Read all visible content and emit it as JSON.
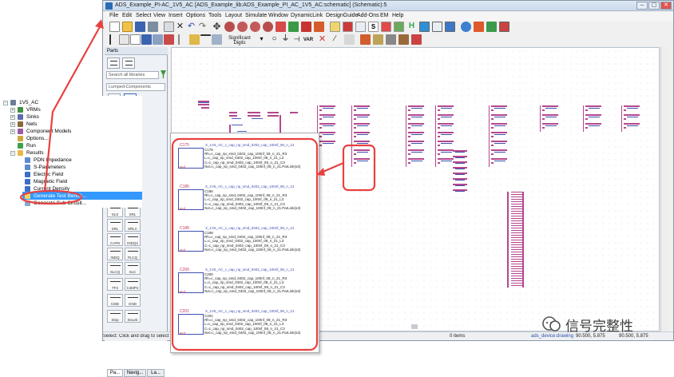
{
  "window": {
    "title": "ADS_Example_PI-AC_1V5_AC [ADS_Example_lib:ADS_Example_PI_AC_1V5_AC:schematic] (Schematic):5",
    "buttons": {
      "minimize": "–",
      "maximize": "▢",
      "close": "✕"
    }
  },
  "menu": [
    "File",
    "Edit",
    "Select",
    "View",
    "Insert",
    "Options",
    "Tools",
    "Layout",
    "Simulate",
    "Window",
    "DynamicLink",
    "DesignGuide",
    "Add-Ons",
    "EM",
    "Help"
  ],
  "toolbar": {
    "significant_digits": "Significant\nDigits",
    "var_label": "VAR"
  },
  "parts_panel": {
    "title": "Parts",
    "search_placeholder": "Search all libraries",
    "library": "Lumped-Components",
    "tabs": [
      "Pa...",
      "Navig...",
      "La..."
    ],
    "status": "Select: Click and drag to select",
    "tiles": [
      "SLS",
      "SRL",
      "SRL",
      "SRLC",
      "CAP8",
      "INDQ2",
      "INDQ",
      "PLCQ",
      "SLCQ",
      "SLC",
      "TF2",
      "C4MP2",
      "CMD",
      "GND",
      "Strip",
      "Stcurb"
    ]
  },
  "statusbar": {
    "items": "0 items",
    "layer": "ads_device:drawing",
    "coord1": "90.500, 5.875",
    "coord2": "90.500, 5.875"
  },
  "tree": {
    "root": "1V5_AC",
    "items": [
      "VRMs",
      "Sinks",
      "Nets",
      "Component Models",
      "Options...",
      "Run",
      "Results",
      "PDN Impedance",
      "S-Parameters",
      "Electric Field",
      "Magnetic Field",
      "Current Density",
      "Generate Test Bench...",
      "Generate Sub Circuit..."
    ],
    "selected": "Generate Test Bench..."
  },
  "zoom": {
    "components": [
      {
        "ref": "C175",
        "name": "X_1V5_AC_c_cap_np_smd_0402_cap_100nf_08_n_21",
        "lines": [
          "C175",
          "Rh=c_cap_np_smd_0402_cap_100nf_08_n_21_R3",
          "L=c_cap_np_smd_0402_cap_100nf_08_n_21_L3",
          "C=c_cap_np_smd_0402_cap_100nf_08_n_21_C3",
          "Nxt=c_cap_np_smd_0402_cap_100nf_08_n_21.ParLink(s3)"
        ]
      },
      {
        "ref": "C186",
        "name": "X_1V5_AC_c_cap_np_smd_0402_cap_100nf_08_n_21",
        "lines": [
          "C186",
          "Rh=c_cap_np_smd_0402_cap_100nf_08_n_21_R3",
          "L=c_cap_np_smd_0402_cap_100nf_08_n_21_L3",
          "C=c_cap_np_smd_0402_cap_100nf_08_n_21_C3",
          "Nxt=c_cap_np_smd_0402_cap_100nf_08_n_21.ParLink(s3)"
        ]
      },
      {
        "ref": "C188",
        "name": "X_1V5_AC_c_cap_np_smd_0402_cap_100nf_08_n_21",
        "lines": [
          "C188",
          "Rh=c_cap_np_smd_0402_cap_100nf_08_n_21_R3",
          "L=c_cap_np_smd_0402_cap_100nf_08_n_21_L3",
          "C=c_cap_np_smd_0402_cap_100nf_08_n_21_C3",
          "Nxt=c_cap_np_smd_0402_cap_100nf_08_n_21.ParLink(s3)"
        ]
      },
      {
        "ref": "C200",
        "name": "X_1V5_AC_c_cap_np_smd_0402_cap_100nf_08_n_21",
        "lines": [
          "C200",
          "Rh=c_cap_np_smd_0402_cap_100nf_08_n_21_R3",
          "L=c_cap_np_smd_0402_cap_100nf_08_n_21_L3",
          "C=c_cap_np_smd_0402_cap_100nf_08_n_21_C3",
          "Nxt=c_cap_np_smd_0402_cap_100nf_08_n_21.ParLink(s3)"
        ]
      },
      {
        "ref": "C201",
        "name": "X_1V5_AC_c_cap_np_smd_0402_cap_100nf_08_n_21",
        "lines": [
          "C201",
          "Rh=c_cap_np_smd_0402_cap_100nf_08_n_21_R3",
          "L=c_cap_np_smd_0402_cap_100nf_08_n_21_L3",
          "C=c_cap_np_smd_0402_cap_100nf_08_n_21_C3",
          "Nxt=c_cap_np_smd_0402_cap_100nf_08_n_21.ParLink(s3)"
        ]
      }
    ],
    "pin_label": "Ref"
  },
  "watermark": {
    "text": "信号完整性"
  },
  "colors": {
    "highlight": "#e8413f",
    "selection": "#3399ff",
    "schematic": "#b5478e",
    "wire": "#3e50b0"
  }
}
